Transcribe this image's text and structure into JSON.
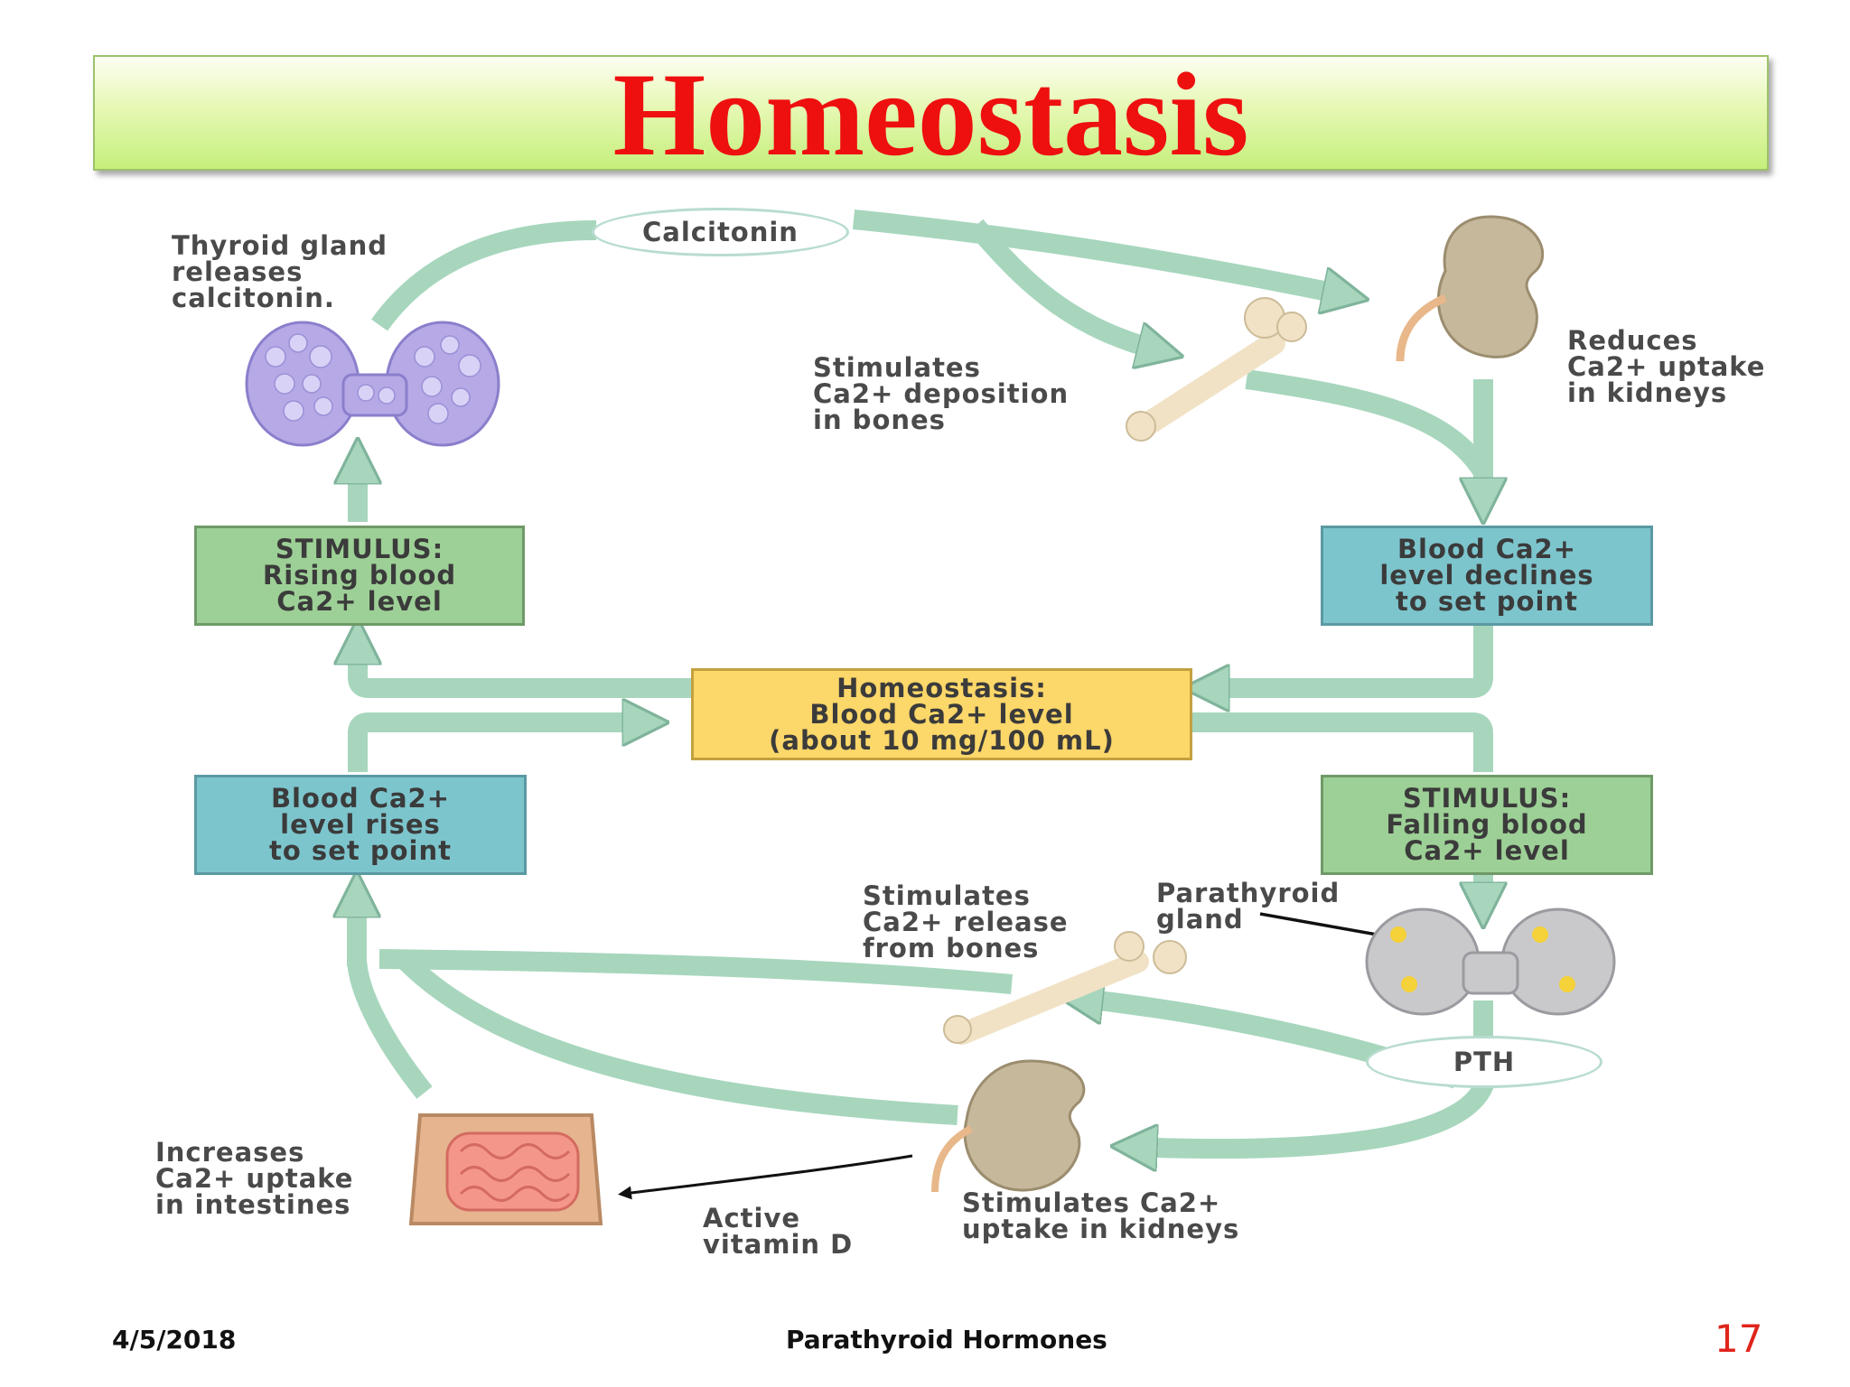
{
  "title": "Homeostasis",
  "diagram": {
    "pill_calcitonin": "Calcitonin",
    "pill_pth": "PTH",
    "label_thyroid_releases": "Thyroid gland\nreleases\ncalcitonin.",
    "label_deposition": "Stimulates\nCa2+ deposition\nin bones",
    "label_reduces_kidneys": "Reduces\nCa2+ uptake\nin kidneys",
    "box_stimulus_rising": "STIMULUS:\nRising blood\nCa2+ level",
    "box_declines": "Blood Ca2+\nlevel declines\nto set point",
    "box_homeostasis": "Homeostasis:\nBlood Ca2+ level\n(about 10 mg/100 mL)",
    "box_rises": "Blood Ca2+\nlevel rises\nto set point",
    "box_stimulus_falling": "STIMULUS:\nFalling blood\nCa2+ level",
    "label_release": "Stimulates\nCa2+ release\nfrom bones",
    "label_parathyroid": "Parathyroid\ngland",
    "label_intestines": "Increases\nCa2+ uptake\nin intestines",
    "label_vitamin_d": "Active\nvitamin D",
    "label_stim_kidneys": "Stimulates Ca2+\nuptake in kidneys"
  },
  "footer": {
    "date": "4/5/2018",
    "center": "Parathyroid  Hormones",
    "page": "17"
  },
  "colors": {
    "title": "#ee0f0f",
    "arrow": "#a7d6bd",
    "green_box": "#9dd096",
    "teal_box": "#7dc5cd",
    "yellow_box": "#fcd769"
  }
}
